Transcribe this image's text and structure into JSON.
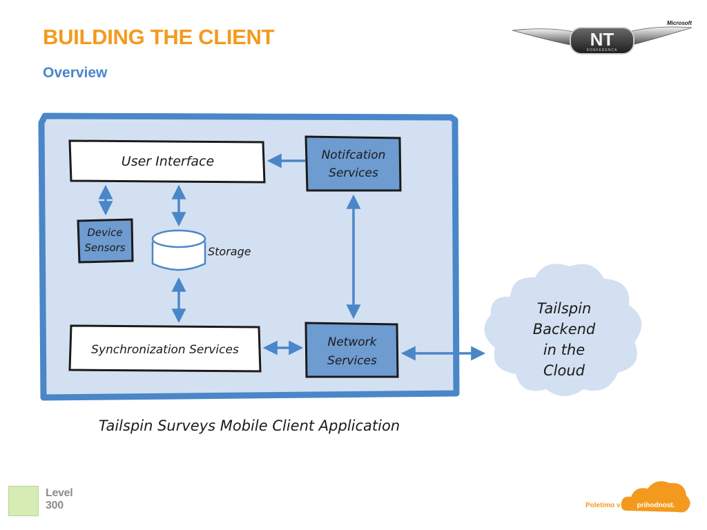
{
  "header": {
    "title": "BUILDING THE CLIENT",
    "subtitle": "Overview"
  },
  "logo": {
    "brand": "Microsoft",
    "badge": "NT",
    "badge_sub": "KONFERENCA"
  },
  "diagram": {
    "caption": "Tailspin Surveys Mobile Client Application",
    "nodes": {
      "user_interface": "User Interface",
      "notification_line1": "Notifcation",
      "notification_line2": "Services",
      "device_line1": "Device",
      "device_line2": "Sensors",
      "storage": "Storage",
      "sync": "Synchronization Services",
      "network_line1": "Network",
      "network_line2": "Services",
      "cloud_line1": "Tailspin",
      "cloud_line2": "Backend",
      "cloud_line3": "in the",
      "cloud_line4": "Cloud"
    },
    "colors": {
      "panel_fill": "#d3e0f1",
      "panel_border": "#4a86c8",
      "service_box": "#6e9bd0",
      "arrow": "#4a86c8",
      "cloud": "#d3e0f1"
    }
  },
  "footer": {
    "level_line1": "Level",
    "level_line2": "300",
    "tagline_prefix": "Poletimo v",
    "tagline_word": "prihodnost."
  },
  "theme": {
    "title_color": "#f39a1e",
    "subtitle_color": "#4a86c8",
    "footer_orange": "#f39a1e"
  }
}
